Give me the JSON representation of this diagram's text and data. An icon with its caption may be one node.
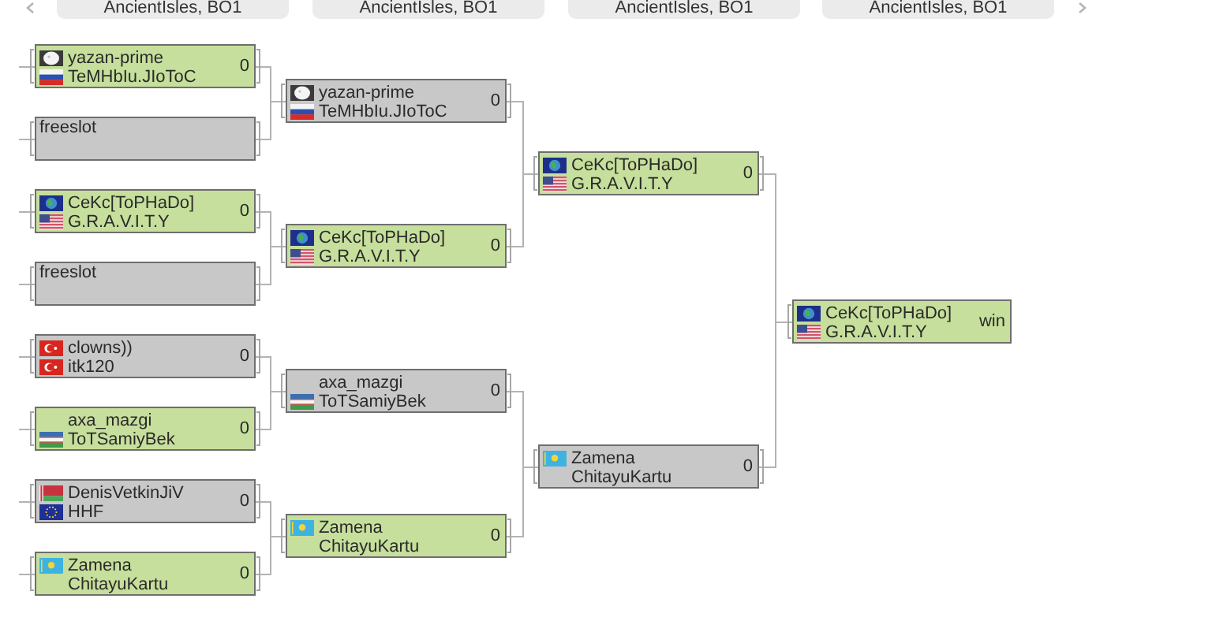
{
  "diagram": {
    "nodes": [
      {
        "text": [
          "yazan-prime",
          "TeMHbIu.JIoToC",
          "0"
        ]
      },
      {
        "text": [
          "freeslot"
        ]
      },
      {
        "text": [
          "CeKc[ToPHaDo]",
          "G.R.A.V.I.T.Y",
          "0"
        ]
      },
      {
        "text": [
          "freeslot"
        ]
      },
      {
        "text": [
          "clowns))",
          "itk120",
          "0"
        ]
      },
      {
        "text": [
          "axa_mazgi",
          "ToTSamiyBek",
          "0"
        ]
      },
      {
        "text": [
          "DenisVetkinJiV",
          "HHF",
          "0"
        ]
      },
      {
        "text": [
          "Zamena",
          "ChitayuKartu",
          "0"
        ]
      },
      {
        "text": [
          "yazan-prime",
          "TeMHbIu.JIoToC",
          "0"
        ]
      },
      {
        "text": [
          "CeKc[ToPHaDo]",
          "G.R.A.V.I.T.Y",
          "0"
        ]
      },
      {
        "text": [
          "axa_mazgi",
          "ToTSamiyBek",
          "0"
        ]
      },
      {
        "text": [
          "Zamena",
          "ChitayuKartu",
          "0"
        ]
      },
      {
        "text": [
          "CeKc[ToPHaDo]",
          "G.R.A.V.I.T.Y",
          "0"
        ]
      },
      {
        "text": [
          "Zamena",
          "ChitayuKartu",
          "0"
        ]
      },
      {
        "text": [
          "CeKc[ToPHaDo]",
          "G.R.A.V.I.T.Y",
          "win"
        ]
      }
    ],
    "edges": [
      {
        "from": null,
        "to": 0,
        "arrow": "none"
      },
      {
        "from": null,
        "to": 1,
        "arrow": "none"
      },
      {
        "from": null,
        "to": 2,
        "arrow": "none"
      },
      {
        "from": null,
        "to": 3,
        "arrow": "none"
      },
      {
        "from": null,
        "to": 4,
        "arrow": "none"
      },
      {
        "from": null,
        "to": 5,
        "arrow": "none"
      },
      {
        "from": null,
        "to": 6,
        "arrow": "none"
      },
      {
        "from": null,
        "to": 7,
        "arrow": "none"
      },
      {
        "from": 0,
        "to": 8,
        "arrow": "none"
      },
      {
        "from": 1,
        "to": 8,
        "arrow": "none"
      },
      {
        "from": 2,
        "to": 9,
        "arrow": "none"
      },
      {
        "from": 3,
        "to": 9,
        "arrow": "none"
      },
      {
        "from": 4,
        "to": 10,
        "arrow": "none"
      },
      {
        "from": 5,
        "to": 10,
        "arrow": "none"
      },
      {
        "from": 6,
        "to": 11,
        "arrow": "none"
      },
      {
        "from": 7,
        "to": 11,
        "arrow": "none"
      },
      {
        "from": 8,
        "to": 12,
        "arrow": "none"
      },
      {
        "from": 9,
        "to": 12,
        "arrow": "none"
      },
      {
        "from": 10,
        "to": 13,
        "arrow": "none"
      },
      {
        "from": 11,
        "to": 13,
        "arrow": "none"
      },
      {
        "from": 12,
        "to": 14,
        "arrow": "none"
      },
      {
        "from": 13,
        "to": 14,
        "arrow": "none"
      }
    ],
    "labels": [
      "AncientIsles, BO1",
      "AncientIsles, BO1",
      "AncientIsles, BO1",
      "AncientIsles, BO1"
    ]
  }
}
